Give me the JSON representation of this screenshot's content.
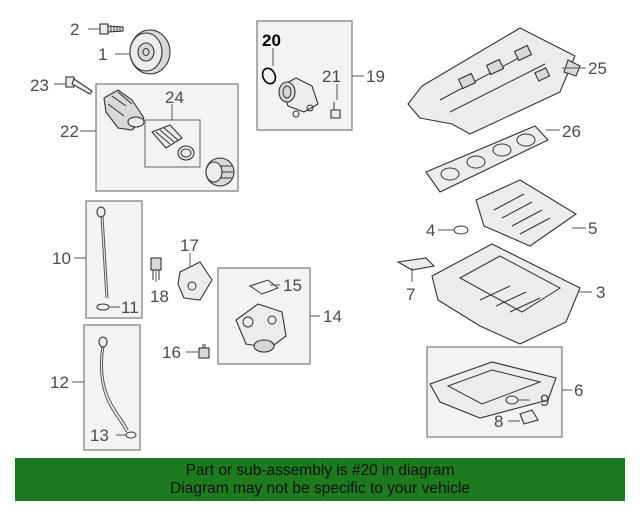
{
  "callouts": {
    "n1": "1",
    "n2": "2",
    "n3": "3",
    "n4": "4",
    "n5": "5",
    "n6": "6",
    "n7": "7",
    "n8": "8",
    "n9": "9",
    "n10": "10",
    "n11": "11",
    "n12": "12",
    "n13": "13",
    "n14": "14",
    "n15": "15",
    "n16": "16",
    "n17": "17",
    "n18": "18",
    "n19": "19",
    "n20": "20",
    "n21": "21",
    "n22": "22",
    "n23": "23",
    "n24": "24",
    "n25": "25",
    "n26": "26"
  },
  "highlight_part": "20",
  "colors": {
    "banner": "#1e7a1e",
    "box_fill": "#f3f3f3",
    "highlight": "#000000"
  },
  "banner": {
    "line1": "Part or sub-assembly is #20 in diagram",
    "line2": "Diagram may not be specific to your vehicle"
  }
}
